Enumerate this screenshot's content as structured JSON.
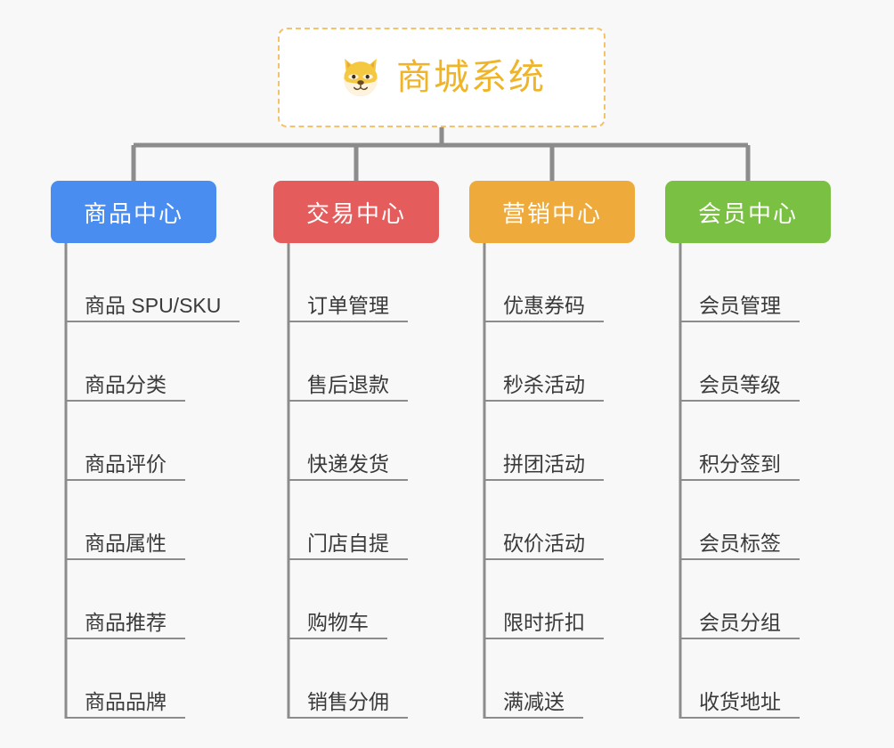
{
  "background_color": "#f8f8f8",
  "root": {
    "title": "商城系统",
    "icon": "shiba-dog-face-icon",
    "text_color": "#f0b429",
    "border_color": "#f3c26b",
    "fill_color": "#ffffff"
  },
  "connector_color": "#8c8c8c",
  "columns": [
    {
      "label": "商品中心",
      "color": "#4a8df0",
      "items": [
        "商品 SPU/SKU",
        "商品分类",
        "商品评价",
        "商品属性",
        "商品推荐",
        "商品品牌"
      ]
    },
    {
      "label": "交易中心",
      "color": "#e45c5c",
      "items": [
        "订单管理",
        "售后退款",
        "快递发货",
        "门店自提",
        "购物车",
        "销售分佣"
      ]
    },
    {
      "label": "营销中心",
      "color": "#eeab3c",
      "items": [
        "优惠券码",
        "秒杀活动",
        "拼团活动",
        "砍价活动",
        "限时折扣",
        "满减送"
      ]
    },
    {
      "label": "会员中心",
      "color": "#7ac143",
      "items": [
        "会员管理",
        "会员等级",
        "积分签到",
        "会员标签",
        "会员分组",
        "收货地址"
      ]
    }
  ]
}
